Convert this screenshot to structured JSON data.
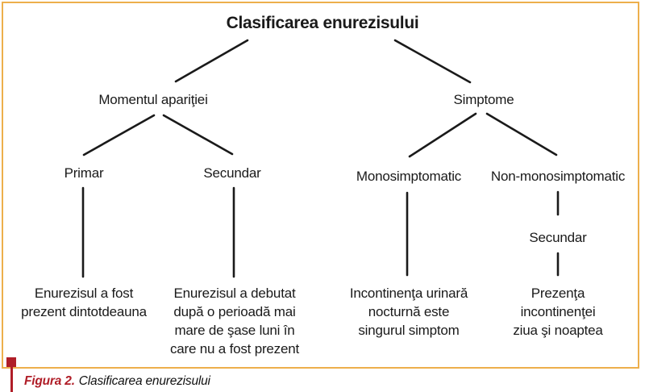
{
  "figure": {
    "caption": {
      "label": "Figura 2.",
      "text": "Clasificarea enurezisului"
    },
    "colors": {
      "border": "#edaf4c",
      "accent_red": "#b01e28",
      "text": "#1a1a1a"
    }
  },
  "tree": {
    "root": "Clasificarea enurezisului",
    "left": {
      "label": "Momentul apariţiei",
      "children": [
        {
          "label": "Primar",
          "leaf": "Enurezisul a fost\nprezent dintotdeauna"
        },
        {
          "label": "Secundar",
          "leaf": "Enurezisul a debutat\ndupă o perioadă mai\nmare de şase luni în\ncare nu a fost prezent"
        }
      ]
    },
    "right": {
      "label": "Simptome",
      "children": [
        {
          "label": "Monosimptomatic",
          "leaf": "Incontinenţa urinară\nnocturnă este\nsingurul simptom"
        },
        {
          "label": "Non-monosimptomatic",
          "sublabel": "Secundar",
          "leaf": "Prezenţa\nincontinenţei\nziua şi noaptea"
        }
      ]
    }
  }
}
